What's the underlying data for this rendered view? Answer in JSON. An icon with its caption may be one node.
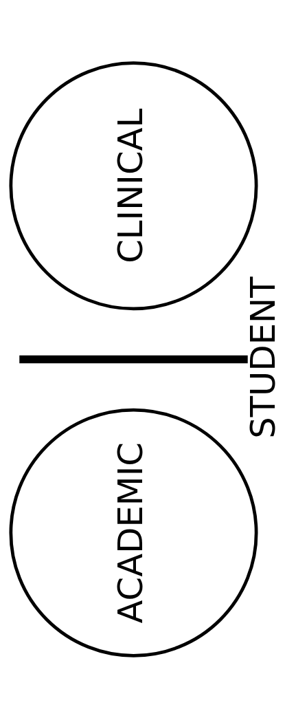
{
  "diagram": {
    "nodes": [
      {
        "text": [
          "ACADEMIC"
        ]
      },
      {
        "text": [],
        "shape": "bar",
        "beside": [
          "STUDENT"
        ]
      },
      {
        "text": [
          "CLINICAL"
        ]
      }
    ]
  }
}
